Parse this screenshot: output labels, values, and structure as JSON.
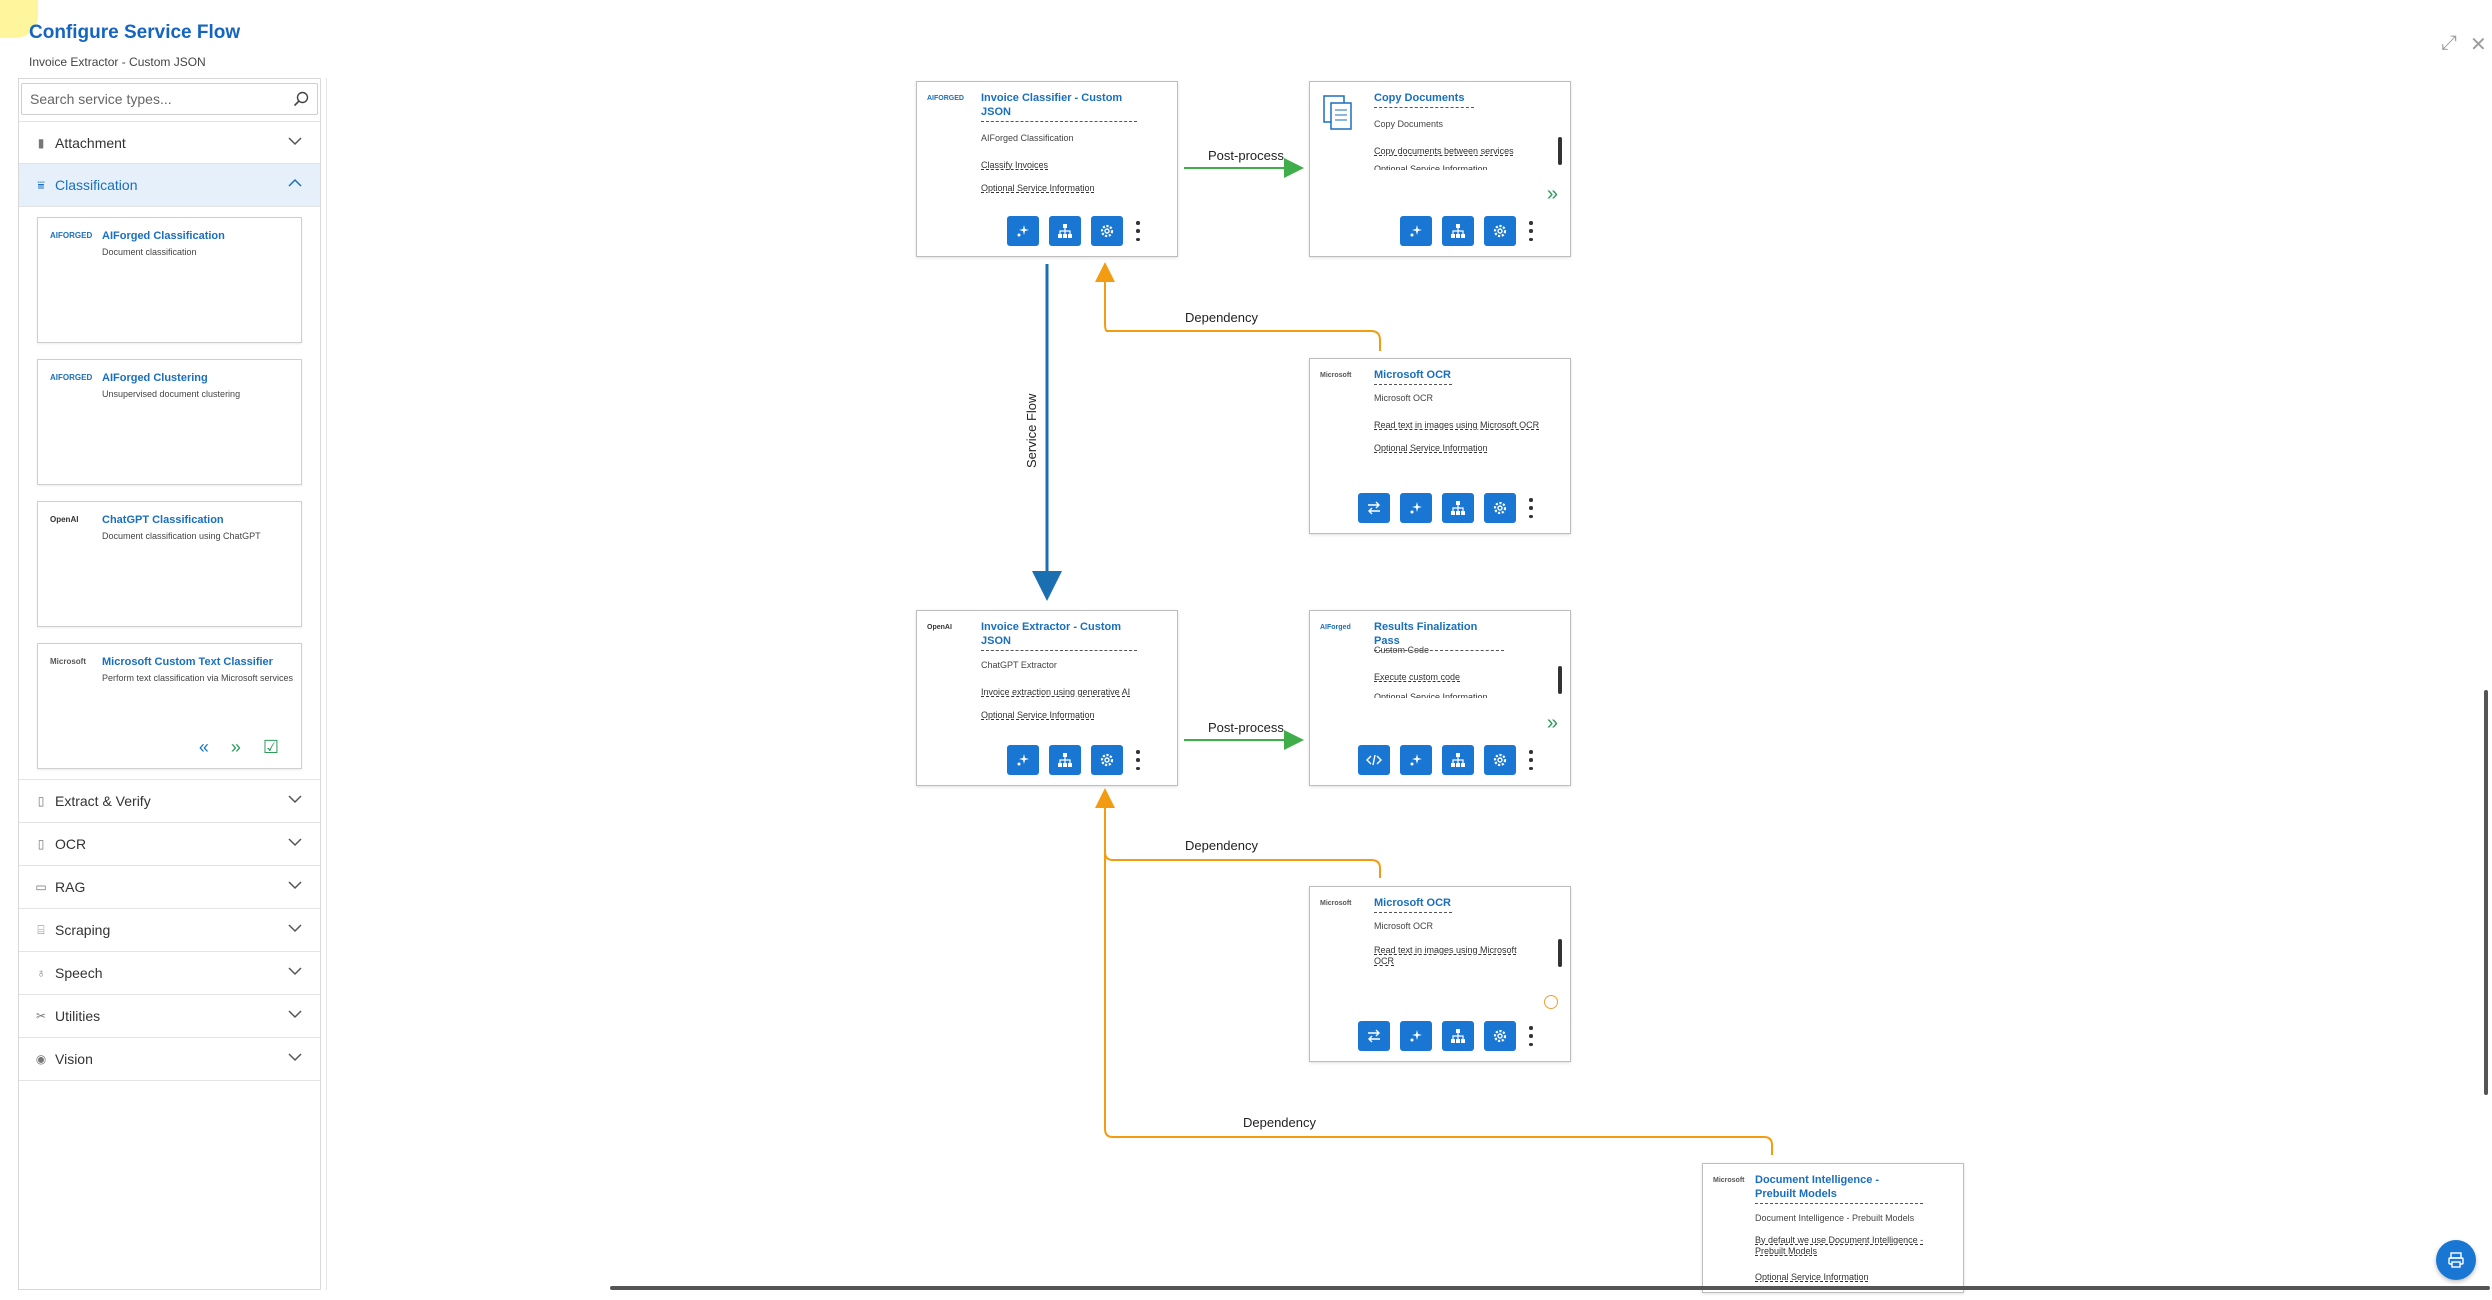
{
  "header": {
    "title": "Configure Service Flow",
    "subtitle": "Invoice Extractor - Custom JSON",
    "expand_label": "⤢",
    "close_label": "✕"
  },
  "sidebar": {
    "search_placeholder": "Search service types...",
    "sections": {
      "attachment": "Attachment",
      "classification": "Classification",
      "extract_verify": "Extract & Verify",
      "ocr": "OCR",
      "rag": "RAG",
      "scraping": "Scraping",
      "speech": "Speech",
      "utilities": "Utilities",
      "vision": "Vision"
    },
    "classification_items": [
      {
        "logo": "AIFORGED",
        "name": "AIForged Classification",
        "desc": "Document classification"
      },
      {
        "logo": "AIFORGED",
        "name": "AIForged Clustering",
        "desc": "Unsupervised document clustering"
      },
      {
        "logo": "OpenAI",
        "name": "ChatGPT Classification",
        "desc": "Document classification using ChatGPT"
      },
      {
        "logo": "Microsoft",
        "name": "Microsoft Custom Text Classifier",
        "desc": "Perform text classification via Microsoft services"
      }
    ],
    "card_nav": {
      "prev": "«",
      "next": "»",
      "select": "☑"
    }
  },
  "flow": {
    "nodes": {
      "invoice_classifier": {
        "logo": "AIFORGED",
        "title": "Invoice Classifier - Custom JSON",
        "subtitle": "AIForged Classification",
        "link1": "Classify Invoices",
        "link2": "Optional Service Information"
      },
      "copy_documents": {
        "title": "Copy Documents",
        "subtitle": "Copy Documents",
        "link1": "Copy documents between services",
        "link2": "Optional Service Information"
      },
      "microsoft_ocr_1": {
        "logo": "Microsoft",
        "title": "Microsoft OCR",
        "subtitle": "Microsoft OCR",
        "link1": "Read text in images using Microsoft OCR",
        "link2": "Optional Service Information"
      },
      "invoice_extractor": {
        "logo": "OpenAI",
        "title": "Invoice Extractor - Custom JSON",
        "subtitle": "ChatGPT Extractor",
        "link1": "Invoice extraction using generative AI",
        "link2": "Optional Service Information"
      },
      "results_finalization": {
        "logo": "AIForged",
        "title": "Results Finalization Pass",
        "subtitle": "Custom Code",
        "link1": "Execute custom code",
        "link2": "Optional Service Information"
      },
      "microsoft_ocr_2": {
        "logo": "Microsoft",
        "title": "Microsoft OCR",
        "subtitle": "Microsoft OCR",
        "link1": "Read text in images using Microsoft OCR"
      },
      "document_intelligence": {
        "logo": "Microsoft",
        "title": "Document Intelligence - Prebuilt Models",
        "subtitle": "Document Intelligence - Prebuilt Models",
        "link1": "By default we use Document Intelligence - Prebuilt Models",
        "link2": "Optional Service Information"
      }
    },
    "edge_labels": {
      "post_process_1": "Post-process",
      "post_process_2": "Post-process",
      "dependency_1": "Dependency",
      "dependency_2": "Dependency",
      "dependency_3": "Dependency",
      "service_flow": "Service Flow"
    },
    "colors": {
      "service_flow": "#1a6fb0",
      "post_process": "#3fae4a",
      "dependency": "#f39c12",
      "button": "#1976d2"
    }
  }
}
